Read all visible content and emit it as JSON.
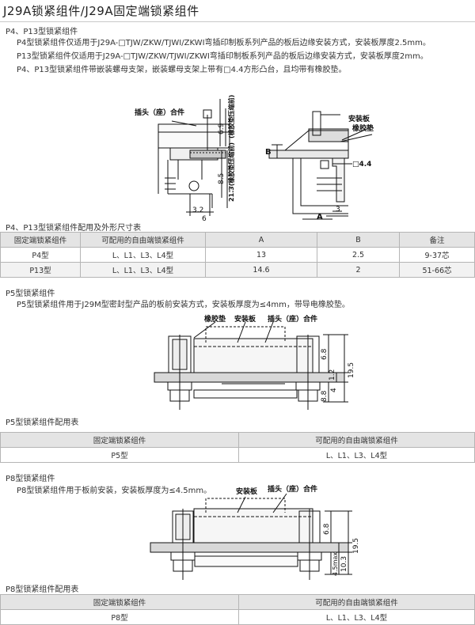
{
  "title": "J29A锁紧组件/J29A固定端锁紧组件",
  "sec1": {
    "heading": "P4、P13型锁紧组件",
    "lines": [
      "P4型锁紧组件仅适用于J29A-□TJW/ZKW/TJWⅠ/ZKWⅠ弯插印制板系列产品的板后边缘安装方式，安装板厚度2.5mm。",
      "P13型锁紧组件仅适用于J29A-□TJW/ZKW/TJWⅠ/ZKWⅠ弯插印制板系列产品的板后边缘安装方式，安装板厚度2mm。",
      "P4、P13型锁紧组件带嵌装螺母支架，嵌装螺母支架上带有□4.4方形凸台，且均带有橡胶垫。"
    ]
  },
  "fig1": {
    "plug": "插头（座）合件",
    "d69": "6.9",
    "d85": "8.5",
    "note1": "(橡胶垫压缩前)",
    "d213": "21.3",
    "note2": "(橡胶垫压缩前)",
    "d32": "3.2",
    "d6": "6",
    "board": "安装板",
    "rubber": "橡胶垫",
    "B": "B",
    "sq44": "□4.4",
    "A": "A",
    "d3": "3"
  },
  "table1": {
    "caption": "P4、P13型锁紧组件配用及外形尺寸表",
    "headers": [
      "固定端锁紧组件",
      "可配用的自由端锁紧组件",
      "A",
      "B",
      "备注"
    ],
    "rows": [
      [
        "P4型",
        "L、L1、L3、L4型",
        "13",
        "2.5",
        "9-37芯"
      ],
      [
        "P13型",
        "L、L1、L3、L4型",
        "14.6",
        "2",
        "51-66芯"
      ]
    ]
  },
  "sec2": {
    "heading": "P5型锁紧组件",
    "line": "P5型锁紧组件用于J29M型密封型产品的板前安装方式，安装板厚度为≤4mm，带导电橡胶垫。"
  },
  "fig2": {
    "rubber": "橡胶垫",
    "board": "安装板",
    "plug": "插头（座）合件",
    "d68": "6.8",
    "d12": "1.2",
    "d195": "19.5",
    "d4": "4",
    "d88": "8.8"
  },
  "table2": {
    "caption": "P5型锁紧组件配用表",
    "headers": [
      "固定端锁紧组件",
      "可配用的自由端锁紧组件"
    ],
    "rows": [
      [
        "P5型",
        "L、L1、L3、L4型"
      ]
    ]
  },
  "sec3": {
    "heading": "P8型锁紧组件",
    "line": "P8型锁紧组件用于板前安装，安装板厚度为≤4.5mm。"
  },
  "fig3": {
    "board": "安装板",
    "plug": "插头（座）合件",
    "d68": "6.8",
    "d195": "19.5",
    "d45": "4.5max",
    "d103": "10.3"
  },
  "table3": {
    "caption": "P8型锁紧组件配用表",
    "headers": [
      "固定端锁紧组件",
      "可配用的自由端锁紧组件"
    ],
    "rows": [
      [
        "P8型",
        "L、L1、L3、L4型"
      ]
    ]
  }
}
